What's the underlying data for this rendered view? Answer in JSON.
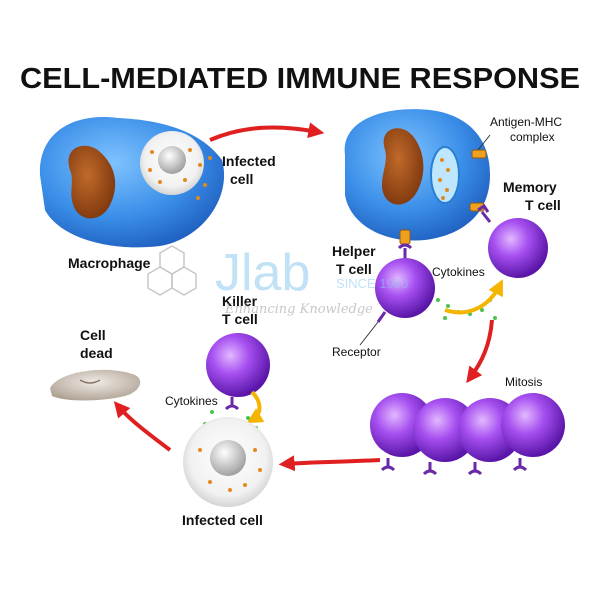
{
  "title": "CELL-MEDIATED IMMUNE RESPONSE",
  "labels": {
    "infected_cell_top_line1": "Infected",
    "infected_cell_top_line2": "cell",
    "macrophage": "Macrophage",
    "antigen_mhc_line1": "Antigen-MHC",
    "antigen_mhc_line2": "complex",
    "memory_t_line1": "Memory",
    "memory_t_line2": "T cell",
    "helper_t_line1": "Helper",
    "helper_t_line2": "T cell",
    "cytokines_top": "Cytokines",
    "receptor": "Receptor",
    "killer_t_line1": "Killer",
    "killer_t_line2": "T cell",
    "cell_dead_line1": "Cell",
    "cell_dead_line2": "dead",
    "cytokines_bottom": "Cytokines",
    "mitosis": "Mitosis",
    "infected_cell_bottom": "Infected cell"
  },
  "watermark": {
    "brand": "Jlab",
    "since": "SINCE 1980",
    "tagline": "Enhancing Knowledge"
  },
  "colors": {
    "macrophage_blue": "#3a8ee8",
    "nucleus_brown": "#9a4a14",
    "t_cell_purple": "#a64ff0",
    "arrow_red": "#e02020",
    "cytokine_green": "#4cc34c",
    "arrow_yellow": "#f4b400"
  }
}
